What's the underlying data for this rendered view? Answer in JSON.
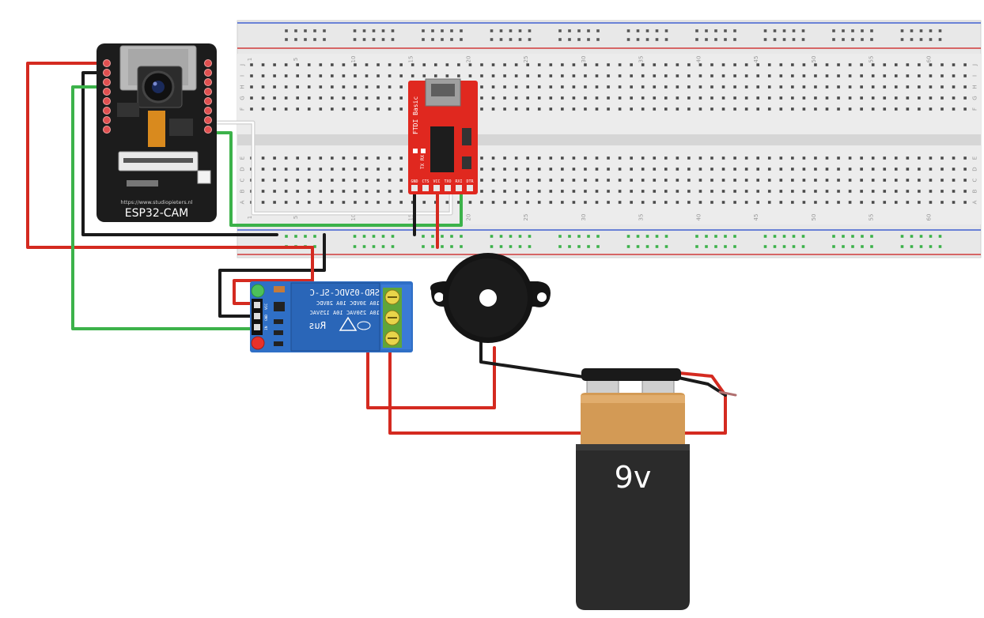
{
  "diagram": {
    "esp32": {
      "url": "https://www.studiopieters.nl",
      "label": "ESP32-CAM"
    },
    "ftdi": {
      "title": "FTDI Basic",
      "txrx": "TX RX",
      "pins": [
        "GND",
        "CTS",
        "VCC",
        "TXO",
        "RXI",
        "DTR"
      ]
    },
    "relay": {
      "line1": "SRD-05VDC-SL-C",
      "line2": "10A  30VDC  10A  28VDC",
      "line3": "10A 250VAC  10A 125VAC",
      "cert": "Rus",
      "pins": [
        "VCC",
        "GND",
        "IN"
      ]
    },
    "battery": {
      "label": "9v"
    },
    "breadboard": {
      "column_numbers": [
        "1",
        "5",
        "10",
        "15",
        "20",
        "25",
        "30",
        "35",
        "40",
        "45",
        "50",
        "55",
        "60"
      ],
      "row_letters_top": [
        "J",
        "I",
        "H",
        "G",
        "F"
      ],
      "row_letters_bottom": [
        "E",
        "D",
        "C",
        "B",
        "A"
      ]
    },
    "colors": {
      "wire_red": "#d42a20",
      "wire_black": "#1a1a1a",
      "wire_green": "#3cb24a",
      "wire_white": "#e6e6e6",
      "esp32_board": "#1c1c1c",
      "ftdi_board": "#e0281f",
      "relay_board": "#2f6fc6",
      "battery_copper": "#d39a55",
      "battery_body": "#2b2b2b",
      "breadboard": "#e8e8e8"
    }
  }
}
